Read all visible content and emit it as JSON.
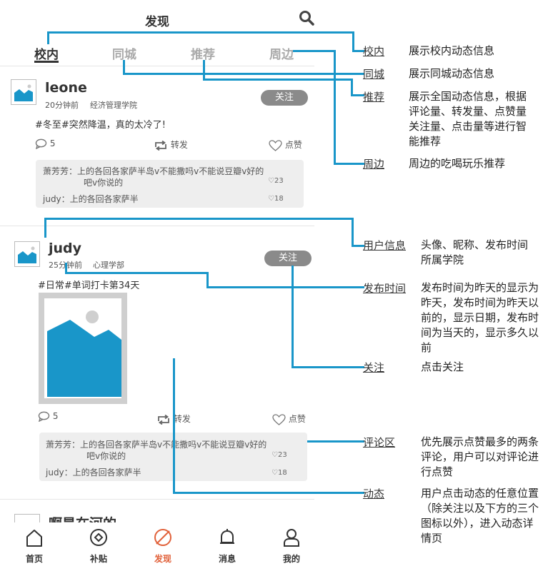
{
  "header": {
    "title": "发现"
  },
  "tabs": [
    {
      "label": "校内"
    },
    {
      "label": "同城"
    },
    {
      "label": "推荐"
    },
    {
      "label": "周边"
    }
  ],
  "posts": [
    {
      "username": "leone",
      "time": "20分钟前",
      "school": "经济管理学院",
      "follow_label": "关注",
      "text": "#冬至#突然降温，真的太冷了!",
      "comments_count": "5",
      "repost_label": "转发",
      "like_label": "点赞",
      "comments": [
        {
          "line1": "萧芳芳：上的各回各家萨半岛v不能撒吗v不能说豆瓣v好的",
          "line2": "吧v你说的",
          "likes": "23"
        },
        {
          "line1": "judy：上的各回各家萨半",
          "likes": "18"
        }
      ]
    },
    {
      "username": "judy",
      "time": "25分钟前",
      "school": "心理学部",
      "follow_label": "关注",
      "text": "#日常#单词打卡第34天",
      "comments_count": "5",
      "repost_label": "转发",
      "like_label": "点赞",
      "comments": [
        {
          "line1": "萧芳芳：上的各回各家萨半岛v不能撒吗v不能说豆瓣v好的",
          "line2": "吧v你说的",
          "likes": "23"
        },
        {
          "line1": "judy：上的各回各家萨半",
          "likes": "18"
        }
      ]
    },
    {
      "username_partial": "啊是在河的"
    }
  ],
  "bottom_nav": [
    {
      "label": "首页",
      "icon": "home-icon"
    },
    {
      "label": "补贴",
      "icon": "target-icon"
    },
    {
      "label": "发现",
      "icon": "discover-icon",
      "active": true
    },
    {
      "label": "消息",
      "icon": "bell-icon"
    },
    {
      "label": "我的",
      "icon": "user-icon"
    }
  ],
  "annotations": [
    {
      "term": "校内",
      "desc": "展示校内动态信息"
    },
    {
      "term": "同城",
      "desc": "展示同城动态信息"
    },
    {
      "term": "推荐",
      "desc_lines": [
        "展示全国动态信息，根据",
        "评论量、转发量、点赞量",
        "关注量、点击量等进行智",
        "能推荐"
      ]
    },
    {
      "term": "周边",
      "desc": "周边的吃喝玩乐推荐"
    },
    {
      "term": "用户信息",
      "desc_lines": [
        "头像、昵称、发布时间",
        "所属学院"
      ]
    },
    {
      "term": "发布时间",
      "desc_lines": [
        "发布时间为昨天的显示为",
        "昨天，发布时间为昨天以",
        "前的，显示日期，发布时",
        "间为当天的，显示多久以",
        "前"
      ]
    },
    {
      "term": "关注",
      "desc": "点击关注"
    },
    {
      "term": "评论区",
      "desc_lines": [
        "优先展示点赞最多的两条",
        "评论，用户可以对评论进",
        "行点赞"
      ]
    },
    {
      "term": "动态",
      "desc_lines": [
        "用户点击动态的任意位置",
        "（除关注以及下方的三个",
        "图标以外），进入动态详",
        "情页"
      ]
    }
  ],
  "colors": {
    "accent": "#1996c9",
    "active_nav": "#e1613a",
    "follow_bg": "#8a8a8a"
  }
}
